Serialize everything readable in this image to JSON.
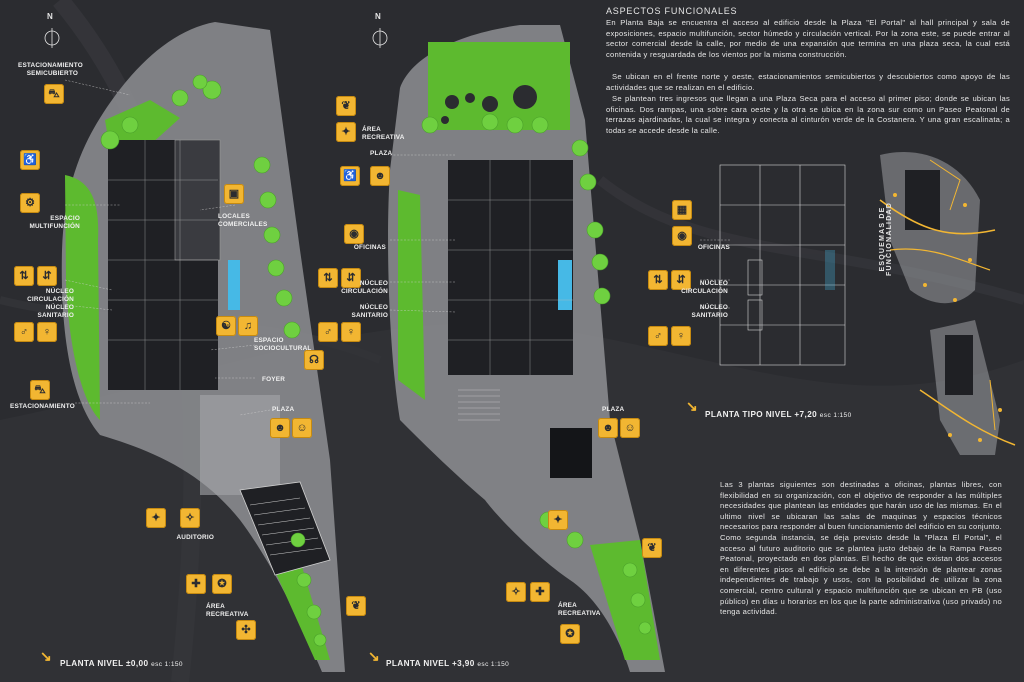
{
  "colors": {
    "background": "#2b2c30",
    "site": "#8e8f93",
    "building": "#1f2024",
    "green": "#5dba2f",
    "tree": "#6fd040",
    "icon": "#f2b632",
    "pool": "#46b9e6"
  },
  "functional": {
    "heading": "ASPECTOS FUNCIONALES",
    "p1": "En Planta Baja se encuentra el acceso al edificio desde la Plaza \"El Portal\" al hall principal y sala de exposiciones, espacio multifunción, sector húmedo y circulación vertical. Por la zona este, se puede entrar al sector comercial desde la calle, por medio de una expansión que termina en una plaza seca, la cual está contenida y resguardada de los vientos por la misma construcción.",
    "p2": "Se ubican en el frente norte y oeste, estacionamientos semicubiertos y descubiertos como apoyo de las actividades que se realizan en el edificio.",
    "p3": "Se plantean tres ingresos que llegan a una Plaza Seca para el acceso al primer piso; donde se ubican las oficinas. Dos rampas, una sobre cara oeste y la otra se ubica en la zona sur como un Paseo Peatonal de terrazas ajardinadas, la cual se integra y conecta al cinturón verde de la Costanera. Y una gran escalinata; a todas se accede desde la calle."
  },
  "lower_text": "Las 3 plantas siguientes son destinadas a oficinas, plantas libres, con flexibilidad en su organización, con el objetivo de responder a las múltiples necesidades que plantean las entidades que harán uso de las mismas. En el ultimo nivel se ubicaran las salas de maquinas y espacios técnicos necesarios para responder al buen funcionamiento del edificio en su conjunto. Como segunda instancia, se deja previsto desde la \"Plaza El Portal\", el acceso al futuro auditorio que se plantea justo debajo de la Rampa Paseo Peatonal, proyectado en dos plantas. El hecho de que existan dos accesos en diferentes pisos al edificio se debe a la intensión de plantear zonas independientes de trabajo y usos, con la posibilidad de utilizar la zona comercial, centro cultural y espacio multifunción que se ubican en PB (uso público) en días u horarios en los que la parte administrativa (uso privado) no tenga actividad.",
  "side_title": "ESQUEMAS DE FUNCIONALIDAD",
  "plan_titles": {
    "ground": "PLANTA NIVEL ±0,00",
    "first": "PLANTA NIVEL +3,90",
    "typical": "PLANTA TIPO NIVEL +7,20",
    "scale": "esc 1:150"
  },
  "labels_ground": {
    "semicubierto": "ESTACIONAMIENTO SEMICUBIERTO",
    "multifuncion": "ESPACIO MULTIFUNCIÓN",
    "circulacion": "NÚCLEO CIRCULACIÓN",
    "sanitario": "NÚCLEO SANITARIO",
    "estacionamiento": "ESTACIONAMIENTO",
    "locales": "LOCALES COMERCIALES",
    "sociocultural": "ESPACIO SOCIOCULTURAL",
    "foyer": "FOYER",
    "plaza": "PLAZA",
    "auditorio": "AUDITORIO",
    "recreativa": "ÁREA RECREATIVA"
  },
  "labels_first": {
    "recreativa_top": "ÁREA RECREATIVA",
    "plaza": "PLAZA",
    "oficinas": "OFICINAS",
    "circulacion": "NÚCLEO CIRCULACIÓN",
    "sanitario": "NÚCLEO SANITARIO",
    "plaza_low": "PLAZA",
    "recreativa_low": "ÁREA RECREATIVA"
  },
  "labels_typical": {
    "oficinas": "OFICINAS",
    "circulacion": "NÚCLEO CIRCULACIÓN",
    "sanitario": "NÚCLEO SANITARIO"
  },
  "north": "N",
  "icons": {
    "parking": "car-icon",
    "accessible": "wheelchair-icon",
    "multifunction": "gear-icon",
    "shops": "shop-icon",
    "elevator": "elevator-icon",
    "toilet": "toilet-icon",
    "culture": "culture-icon",
    "plaza": "people-icon",
    "auditorium": "theater-icon",
    "sport": "sport-icon",
    "office": "office-icon",
    "leaf": "leaf-icon"
  }
}
